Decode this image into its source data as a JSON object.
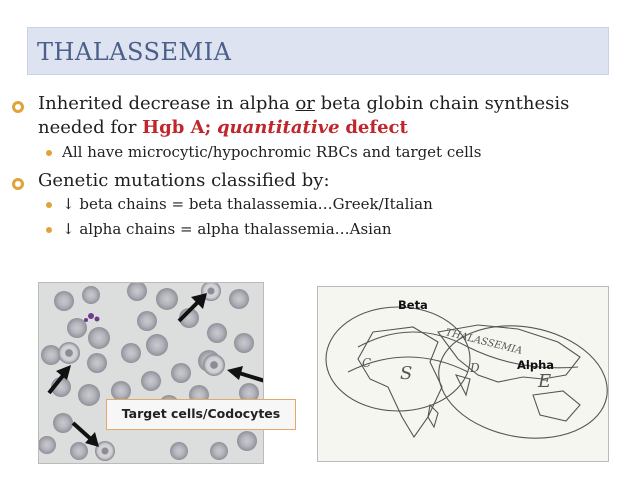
{
  "slide": {
    "title": "THALASSEMIA",
    "bullets": [
      {
        "line1_pre": "Inherited decrease in alpha ",
        "line1_or": "or",
        "line1_post": " beta globin chain synthesis",
        "line2_pre": "needed for ",
        "line2_hgb": "Hgb A;",
        "line2_quant": "quantitative",
        "line2_defect": "defect",
        "sub": [
          "All have microcytic/hypochromic RBCs and target cells"
        ]
      },
      {
        "text": "Genetic mutations classified by:",
        "sub": [
          "↓ beta chains = beta thalassemia…Greek/Italian",
          "↓ alpha chains = alpha thalassemia…Asian"
        ]
      }
    ],
    "left_image": {
      "caption": "Target cells/Codocytes"
    },
    "right_image": {
      "labels": {
        "beta": "Beta",
        "alpha": "Alpha",
        "band": "THALASSEMIA",
        "s": "S",
        "e": "E",
        "c": "C",
        "d": "D"
      }
    },
    "colors": {
      "accent": "#e0a33a",
      "title": "#4a5f8a",
      "highlight": "#c0262b"
    }
  }
}
